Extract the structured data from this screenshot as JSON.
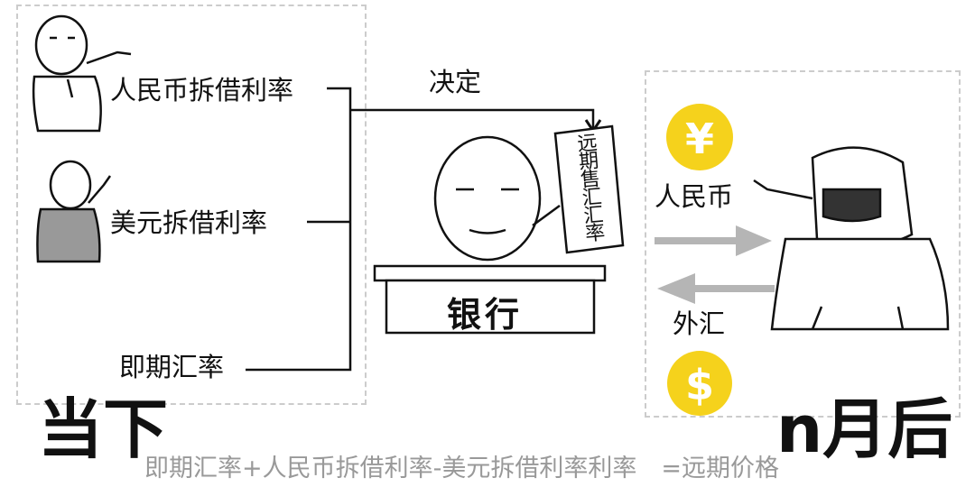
{
  "left_panel": {
    "labels": [
      "人民币拆借利率",
      "美元拆借利率",
      "即期汇率"
    ],
    "caption": "当下"
  },
  "center": {
    "arrow_label": "决定",
    "scroll_text": "远期售汇汇率",
    "bank_label": "银行"
  },
  "right_panel": {
    "coin_top_symbol": "¥",
    "coin_bottom_symbol": "$",
    "to_right_label": "人民币",
    "to_left_label": "外汇",
    "caption": "n月后"
  },
  "formula": "即期汇率+人民币拆借利率-美元拆借利率利率　=远期价格",
  "colors": {
    "coin": "#f5d21c",
    "arrow": "#b5b5b5",
    "formula": "#999999",
    "dashed": "#cccccc"
  }
}
